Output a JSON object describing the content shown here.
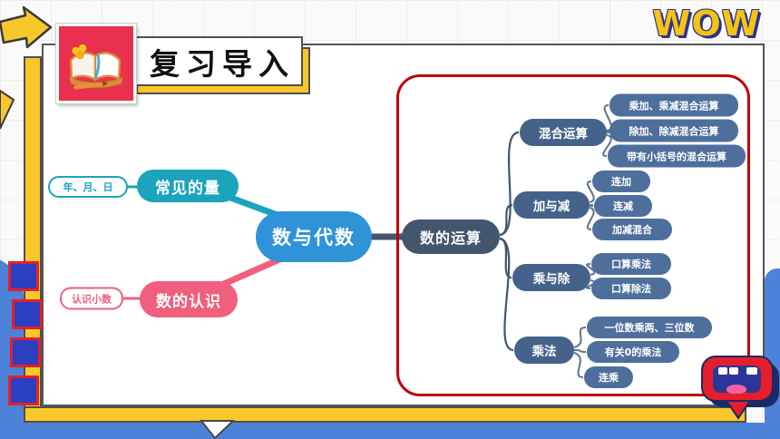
{
  "slide": {
    "badge_title": "复习导入",
    "wow_label": "WOW",
    "icons": {
      "book": "book-icon",
      "arrow": "arrow-icon",
      "mouth_button": "mouth-button-icon"
    },
    "colors": {
      "center_node": "#2f93d8",
      "teal": "#1ba4bb",
      "pink": "#f05f7d",
      "dark_slate": "#42566e",
      "branch_pill": "#45628a",
      "leaf_pill": "#4e6f9c",
      "frame_yellow": "#f8c72a",
      "highlight_red": "#c00000",
      "badge_red": "#e9304e",
      "background_blue": "#4e82d8"
    },
    "mindmap": {
      "center": "数与代数",
      "left_branches": [
        {
          "label": "常见的量",
          "child": "年、月、日"
        },
        {
          "label": "数的认识",
          "child": "认识小数"
        }
      ],
      "right_root": "数的运算",
      "branches": [
        {
          "label": "混合运算",
          "children": [
            "乘加、乘减混合运算",
            "除加、除减混合运算",
            "带有小括号的混合运算"
          ]
        },
        {
          "label": "加与减",
          "children": [
            "连加",
            "连减",
            "加减混合"
          ]
        },
        {
          "label": "乘与除",
          "children": [
            "口算乘法",
            "口算除法"
          ]
        },
        {
          "label": "乘法",
          "children": [
            "一位数乘两、三位数",
            "有关0的乘法",
            "连乘"
          ]
        }
      ]
    }
  }
}
